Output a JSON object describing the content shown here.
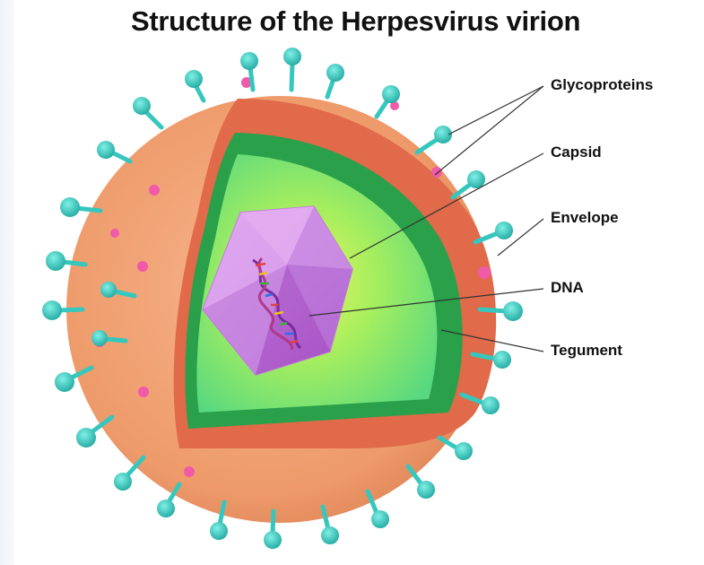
{
  "title": "Structure of the Herpesvirus virion",
  "labels": {
    "glycoproteins": "Glycoproteins",
    "capsid": "Capsid",
    "envelope": "Envelope",
    "dna": "DNA",
    "tegument": "Tegument"
  },
  "colors": {
    "envelope_outer": "#ee9a6a",
    "envelope_cut": "#e06a4a",
    "tegument_band": "#2aa04a",
    "inner_fill": "#7fe66a",
    "capsid": "#d89ce8",
    "glycoprotein": "#35c7bd",
    "pink_particles": "#f05aa8"
  }
}
